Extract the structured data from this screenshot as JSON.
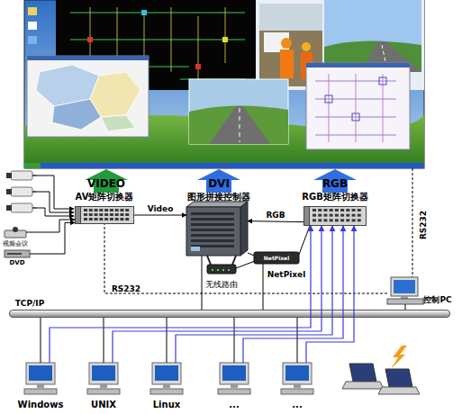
{
  "diagram": {
    "nodes": [
      {
        "text": [
          "AV矩阵切换器"
        ]
      },
      {
        "text": [
          "图形拼接控制器"
        ]
      },
      {
        "text": [
          "RGB矩阵切换器"
        ]
      },
      {
        "text": [
          "视频会议"
        ]
      },
      {
        "text": [
          "DVD"
        ]
      },
      {
        "text": [
          "NetPixel",
          "NetPixel"
        ]
      },
      {
        "text": [
          "无线路由"
        ]
      },
      {
        "text": [
          "控制PC"
        ]
      },
      {
        "text": [
          "TCP/IP"
        ]
      },
      {
        "text": [
          "Windows"
        ]
      },
      {
        "text": [
          "UNIX"
        ]
      },
      {
        "text": [
          "Linux"
        ]
      },
      {
        "text": [
          "..."
        ]
      },
      {
        "text": [
          "..."
        ]
      }
    ],
    "edges": [
      {
        "from": 0,
        "to": 1,
        "label": "Video",
        "arrow": "to"
      },
      {
        "from": 2,
        "to": 1,
        "label": "RGB",
        "arrow": "to"
      },
      {
        "from": 3,
        "to": 0,
        "arrow": "to"
      },
      {
        "from": 4,
        "to": 0,
        "arrow": "to"
      },
      {
        "from": 5,
        "to": 1,
        "arrow": "none"
      },
      {
        "from": 5,
        "to": 2,
        "arrow": "none"
      },
      {
        "from": 6,
        "to": 5,
        "arrow": "none"
      },
      {
        "from": 7,
        "to": 0,
        "label": "RS232",
        "arrow": "none"
      },
      {
        "from": 1,
        "to": 8,
        "arrow": "none"
      },
      {
        "from": 5,
        "to": 8,
        "arrow": "none"
      },
      {
        "from": 7,
        "to": 8,
        "arrow": "none"
      },
      {
        "from": 9,
        "to": 8,
        "arrow": "none"
      },
      {
        "from": 10,
        "to": 8,
        "arrow": "none"
      },
      {
        "from": 11,
        "to": 8,
        "arrow": "none"
      },
      {
        "from": 12,
        "to": 8,
        "arrow": "none"
      },
      {
        "from": 13,
        "to": 8,
        "arrow": "none"
      },
      {
        "from": 9,
        "to": 2,
        "arrow": "to"
      },
      {
        "from": 10,
        "to": 2,
        "arrow": "to"
      },
      {
        "from": 11,
        "to": 2,
        "arrow": "to"
      },
      {
        "from": 12,
        "to": 2,
        "arrow": "to"
      },
      {
        "from": 13,
        "to": 2,
        "arrow": "to"
      }
    ],
    "labels": [
      "VIDEO",
      "DVI",
      "RGB",
      "RS232"
    ]
  }
}
